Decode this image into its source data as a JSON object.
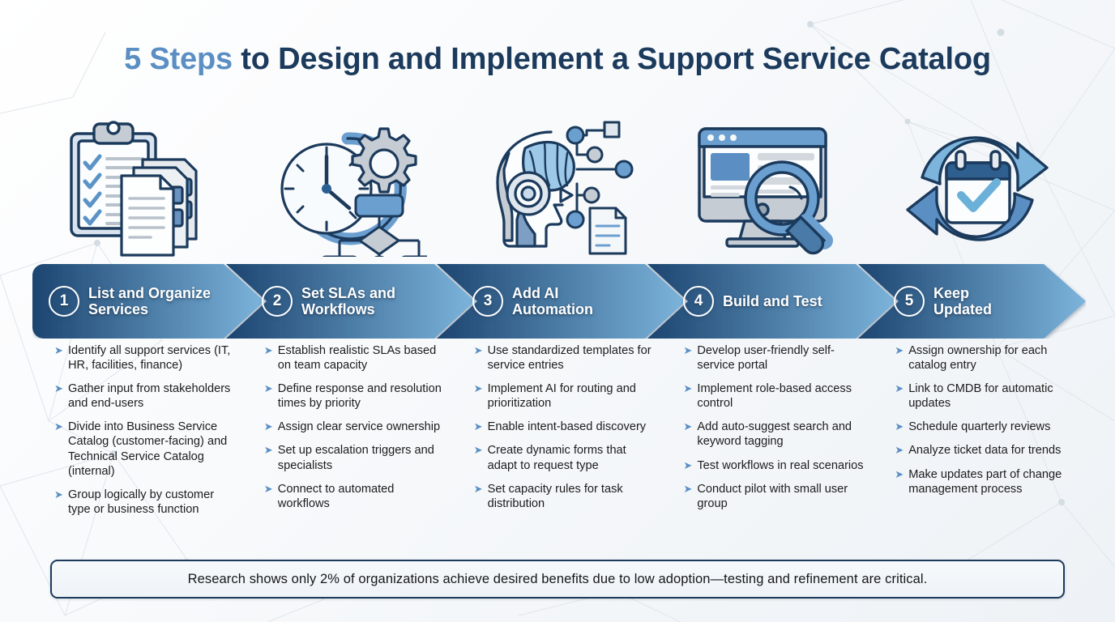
{
  "title": {
    "accent": "5 Steps",
    "rest": " to Design and Implement a Support Service Catalog",
    "accent_color": "#5b8fc4",
    "main_color": "#1b3a5c"
  },
  "theme": {
    "arrow_dark": "#1c4570",
    "arrow_light": "#7cb4dc",
    "bullet_marker_color": "#5b8fc4",
    "background": "#f4f7fa"
  },
  "icons": [
    {
      "name": "clipboard-checklist-documents-icon",
      "step": 1
    },
    {
      "name": "clock-gear-workflow-icon",
      "step": 2
    },
    {
      "name": "ai-robot-head-circuit-icon",
      "step": 3
    },
    {
      "name": "monitor-portal-magnifier-icon",
      "step": 4
    },
    {
      "name": "refresh-cycle-calendar-check-icon",
      "step": 5
    }
  ],
  "steps": [
    {
      "number": "1",
      "title": "List and Organize\nServices",
      "bullets": [
        "Identify all support services (IT, HR, facilities, finance)",
        "Gather input from stakeholders and end-users",
        "Divide into Business Service Catalog (customer-facing) and Technical Service Catalog (internal)",
        "Group logically by customer type or business function"
      ]
    },
    {
      "number": "2",
      "title": "Set SLAs and\nWorkflows",
      "bullets": [
        "Establish realistic SLAs based on team capacity",
        "Define response and resolution times by priority",
        "Assign clear service ownership",
        "Set up escalation triggers and specialists",
        "Connect to automated workflows"
      ]
    },
    {
      "number": "3",
      "title": "Add AI\nAutomation",
      "bullets": [
        "Use standardized templates for service entries",
        "Implement AI for routing and prioritization",
        "Enable intent-based discovery",
        "Create dynamic forms that adapt to request type",
        "Set capacity rules for task distribution"
      ]
    },
    {
      "number": "4",
      "title": "Build and Test",
      "bullets": [
        "Develop user-friendly self-service portal",
        "Implement role-based access control",
        "Add auto-suggest search and keyword tagging",
        "Test workflows in real scenarios",
        "Conduct pilot with small user group"
      ]
    },
    {
      "number": "5",
      "title": "Keep\nUpdated",
      "bullets": [
        "Assign ownership for each catalog entry",
        "Link to CMDB for automatic updates",
        "Schedule quarterly reviews",
        "Analyze ticket data for trends",
        "Make updates part of change management process"
      ]
    }
  ],
  "bullet_marker": "➤",
  "footer": {
    "text": "Research shows only 2% of organizations achieve desired benefits due to low adoption—testing and refinement are critical."
  }
}
